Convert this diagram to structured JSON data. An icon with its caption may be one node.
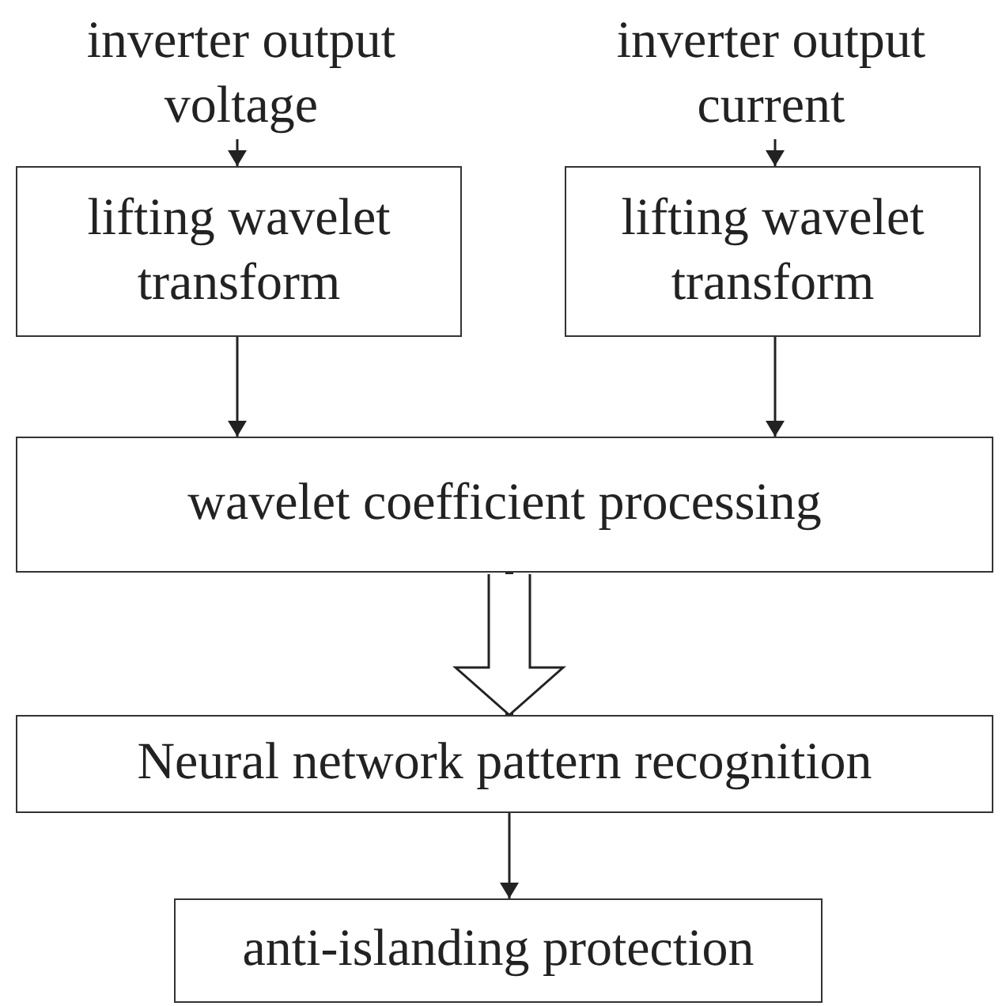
{
  "diagram": {
    "nodes": [
      {
        "text": [
          "inverter output voltage"
        ]
      },
      {
        "text": [
          "inverter output current"
        ]
      },
      {
        "text": [
          "lifting wavelet transform"
        ]
      },
      {
        "text": [
          "lifting wavelet transform"
        ]
      },
      {
        "text": [
          "wavelet coefficient processing"
        ]
      },
      {
        "text": [
          "Neural network pattern recognition"
        ]
      },
      {
        "text": [
          "anti-islanding protection"
        ]
      }
    ],
    "edges": [
      {
        "from": 0,
        "to": 2,
        "arrow": "to"
      },
      {
        "from": 1,
        "to": 3,
        "arrow": "to"
      },
      {
        "from": 2,
        "to": 4,
        "arrow": "to"
      },
      {
        "from": 3,
        "to": 4,
        "arrow": "to"
      },
      {
        "from": 4,
        "to": 5,
        "arrow": "to",
        "style": "thick"
      },
      {
        "from": 5,
        "to": 6,
        "arrow": "to"
      }
    ]
  }
}
